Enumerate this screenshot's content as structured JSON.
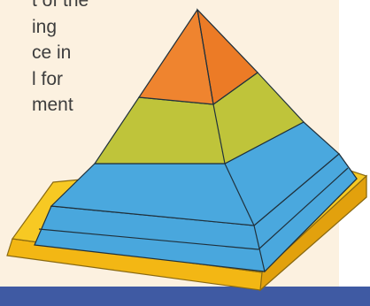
{
  "text": {
    "lines": [
      "t of the",
      "ing",
      "ce in",
      "l for",
      "ment"
    ]
  },
  "colors": {
    "panel_bg": "#fcf1e0",
    "bottom_bar": "#3f5aa3",
    "text": "#3d3d3d",
    "apex": "#ef842f",
    "second_tier": "#bfc53a",
    "lower_tiers": "#4aa8de",
    "base": "#f5c21b"
  }
}
